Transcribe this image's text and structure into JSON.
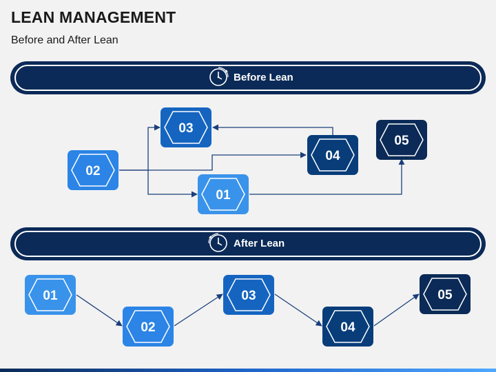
{
  "title": "LEAN MANAGEMENT",
  "subtitle": "Before and After Lean",
  "colors": {
    "dark_navy": "#0b2a57",
    "dark_blue": "#083d7a",
    "medium_blue": "#1565c0",
    "bright_blue": "#2b84e6",
    "light_blue": "#3a93ea",
    "banner_bg": "#0b2a57"
  },
  "before": {
    "label": "Before Lean",
    "icon": "clock-icon",
    "steps": [
      {
        "id": "01",
        "color": "light_blue"
      },
      {
        "id": "02",
        "color": "bright_blue"
      },
      {
        "id": "03",
        "color": "medium_blue"
      },
      {
        "id": "04",
        "color": "dark_blue"
      },
      {
        "id": "05",
        "color": "dark_navy"
      }
    ]
  },
  "after": {
    "label": "After Lean",
    "icon": "clock-icon",
    "steps": [
      {
        "id": "01",
        "color": "light_blue"
      },
      {
        "id": "02",
        "color": "bright_blue"
      },
      {
        "id": "03",
        "color": "medium_blue"
      },
      {
        "id": "04",
        "color": "dark_blue"
      },
      {
        "id": "05",
        "color": "dark_navy"
      }
    ]
  }
}
